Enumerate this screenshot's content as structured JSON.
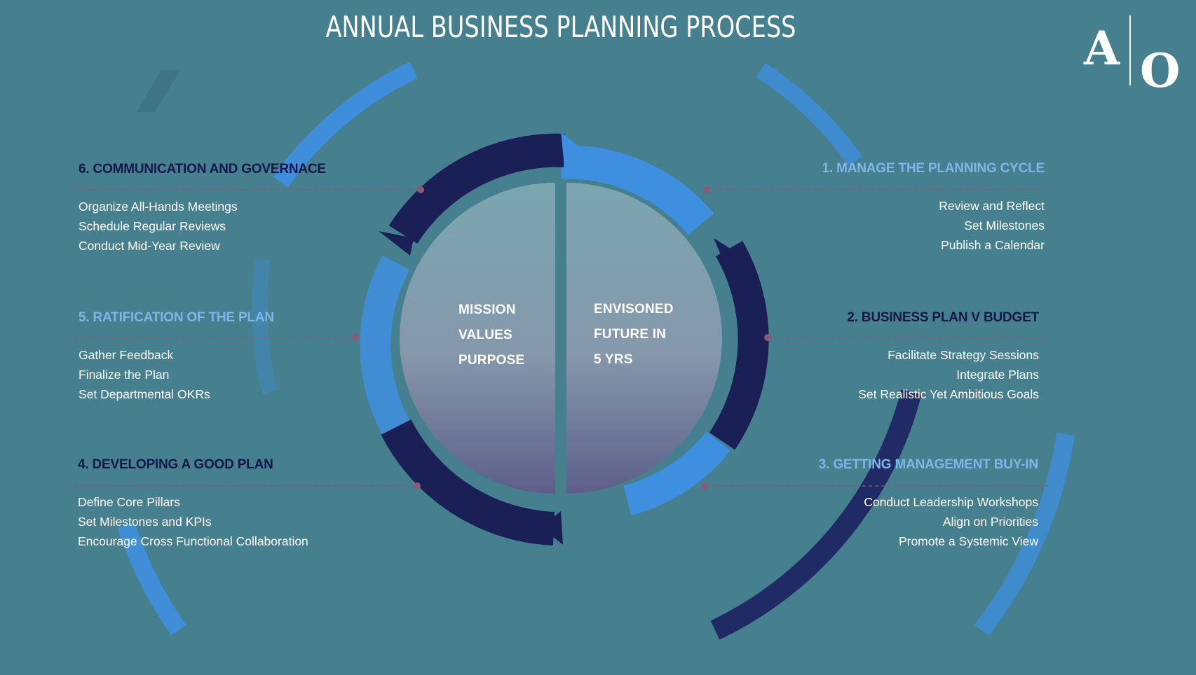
{
  "title": "ANNUAL BUSINESS PLANNING PROCESS",
  "logo": {
    "letter_a": "A",
    "letter_o": "O"
  },
  "center": {
    "left_lines": [
      "MISSION",
      "VALUES",
      "PURPOSE"
    ],
    "right_lines": [
      "ENVISONED",
      "FUTURE IN",
      "5 YRS"
    ]
  },
  "stages": [
    {
      "title": "1. MANAGE THE PLANNING CYCLE",
      "items": [
        "Review and Reflect",
        "Set Milestones",
        "Publish a Calendar"
      ]
    },
    {
      "title": "2. BUSINESS PLAN V BUDGET",
      "items": [
        "Facilitate Strategy Sessions",
        "Integrate Plans",
        "Set Realistic Yet Ambitious Goals"
      ]
    },
    {
      "title": "3. GETTING MANAGEMENT BUY-IN",
      "items": [
        "Conduct Leadership Workshops",
        "Align on Priorities",
        "Promote a Systemic View"
      ]
    },
    {
      "title": "4. DEVELOPING A GOOD PLAN",
      "items": [
        "Define Core Pillars",
        "Set Milestones and KPIs",
        "Encourage Cross Functional Collaboration"
      ]
    },
    {
      "title": "5. RATIFICATION OF THE PLAN",
      "items": [
        "Gather Feedback",
        "Finalize the Plan",
        "Set Departmental OKRs"
      ]
    },
    {
      "title": "6. COMMUNICATION AND GOVERNACE",
      "items": [
        "Organize All-Hands Meetings",
        "Schedule Regular Reviews",
        "Conduct Mid-Year Review"
      ]
    }
  ],
  "colors": {
    "background": "#467f8e",
    "dark_navy": "#14174a",
    "bright_blue": "#3f8fe0",
    "light_title_blue": "#7fb6ea",
    "connector_dot": "#8a5a7a"
  }
}
